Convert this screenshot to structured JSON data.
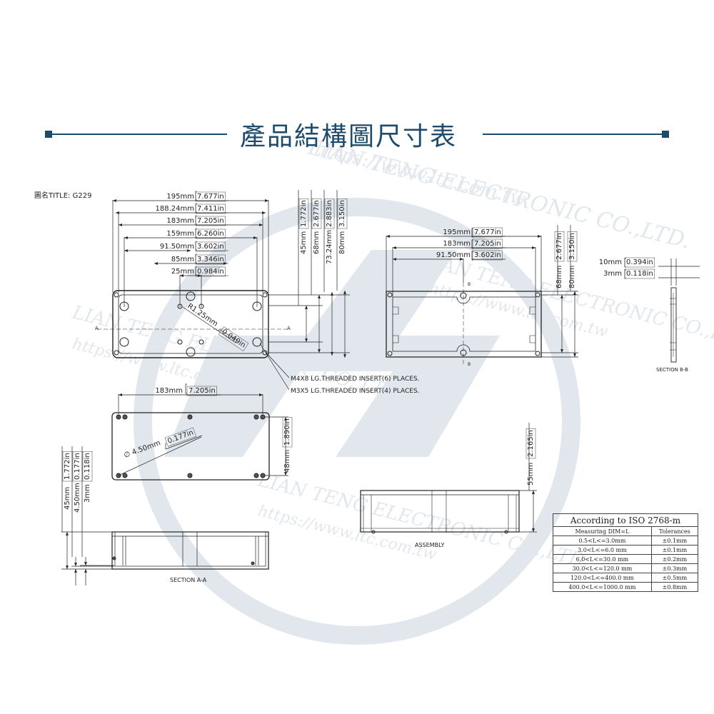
{
  "page_title": "產品結構圖尺寸表",
  "drawing_title": "圖名TITLE:  G229",
  "watermark": {
    "company": "LIAN TENG ELECTRONIC CO.,LTD.",
    "url": "https://www.ltc.com.tw"
  },
  "top_view": {
    "horizontal_dims": [
      {
        "mm": "195mm",
        "in": "7.677in"
      },
      {
        "mm": "188.24mm",
        "in": "7.411in"
      },
      {
        "mm": "183mm",
        "in": "7.205in"
      },
      {
        "mm": "159mm",
        "in": "6.260in"
      },
      {
        "mm": "91.50mm",
        "in": "3.602in"
      },
      {
        "mm": "85mm",
        "in": "3.346in"
      },
      {
        "mm": "25mm",
        "in": "0.984in"
      }
    ],
    "vertical_dims": [
      {
        "mm": "45mm",
        "in": "1.772in"
      },
      {
        "mm": "68mm",
        "in": "2.677in"
      },
      {
        "mm": "73.24mm",
        "in": "2.883in"
      },
      {
        "mm": "80mm",
        "in": "3.150in"
      }
    ],
    "radius": {
      "mm": "R1.25mm",
      "in": "0.049in"
    },
    "section_mark": "A",
    "notes": [
      "M4X8 LG.THREADED INSERT(6) PLACES.",
      "M3X5 LG.THREADED INSERT(4) PLACES."
    ]
  },
  "lid_view": {
    "width_dim": {
      "mm": "183mm",
      "in": "7.205in"
    },
    "height_dim": {
      "mm": "48mm",
      "in": "1.890in"
    },
    "hole_dim": {
      "mm": "∅ 4.50mm",
      "in": "0.177in"
    }
  },
  "section_a": {
    "label": "SECTION A-A",
    "dims": [
      {
        "mm": "45mm",
        "in": "1.772in"
      },
      {
        "mm": "4.50mm",
        "in": "0.177in"
      },
      {
        "mm": "3mm",
        "in": "0.118in"
      }
    ]
  },
  "bottom_view": {
    "horizontal_dims": [
      {
        "mm": "195mm",
        "in": "7.677in"
      },
      {
        "mm": "183mm",
        "in": "7.205in"
      },
      {
        "mm": "91.50mm",
        "in": "3.602in"
      }
    ],
    "vertical_dims": [
      {
        "mm": "68mm",
        "in": "2.677in"
      },
      {
        "mm": "80mm",
        "in": "3.150in"
      }
    ],
    "section_mark": "B"
  },
  "section_b": {
    "label": "SECTION B-B",
    "dims": [
      {
        "mm": "10mm",
        "in": "0.394in"
      },
      {
        "mm": "3mm",
        "in": "0.118in"
      }
    ]
  },
  "assembly": {
    "label": "ASSEMBLY",
    "height_dim": {
      "mm": "55mm",
      "in": "2.165in"
    }
  },
  "tolerance_table": {
    "title": "According to ISO 2768-m",
    "headers": [
      "Measuring  DIM=L",
      "Tolerances"
    ],
    "rows": [
      [
        "0.5<L<=3.0mm",
        "±0.1mm"
      ],
      [
        "3.0<L<=6.0 mm",
        "±0.1mm"
      ],
      [
        "6.0<L<=30.0 mm",
        "±0.2mm"
      ],
      [
        "30.0<L<=120.0 mm",
        "±0.3mm"
      ],
      [
        "120.0<L<=400.0 mm",
        "±0.5mm"
      ],
      [
        "400.0<L<=1000.0 mm",
        "±0.8mm"
      ]
    ]
  }
}
